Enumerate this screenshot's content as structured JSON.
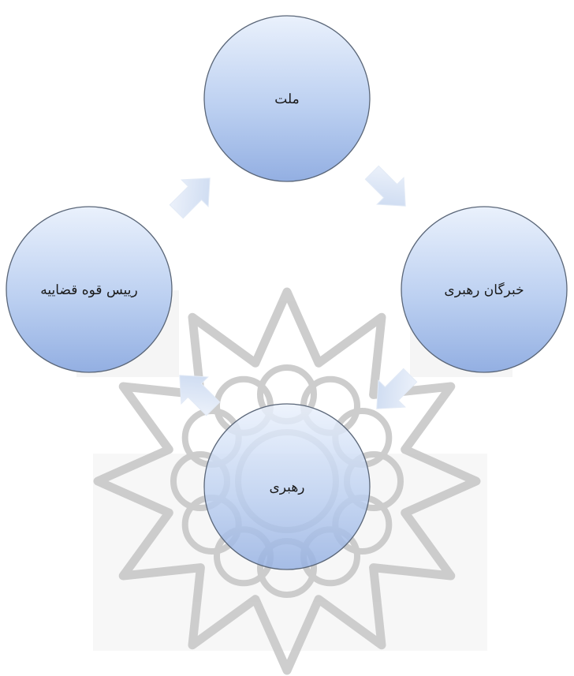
{
  "diagram": {
    "type": "cycle",
    "nodes": [
      {
        "id": "melat",
        "label": "ملت"
      },
      {
        "id": "khobregan",
        "label": "خبرگان رهبری"
      },
      {
        "id": "rahbari",
        "label": "رهبری"
      },
      {
        "id": "rais",
        "label": "رییس قوه قضاییه"
      }
    ],
    "edges": [
      {
        "from": "melat",
        "to": "khobregan"
      },
      {
        "from": "khobregan",
        "to": "rahbari"
      },
      {
        "from": "rahbari",
        "to": "rais"
      },
      {
        "from": "rais",
        "to": "melat"
      }
    ]
  },
  "colors": {
    "circle_fill_top": "#e9f0fb",
    "circle_fill_bottom": "#95b1e3",
    "circle_stroke": "#5a6678",
    "arrow_fill_light": "#eef3fb",
    "arrow_fill_dark": "#c9d8f0",
    "watermark": "#c4c4c4",
    "watermark_light": "#efefef",
    "text": "#1a1a1a"
  }
}
